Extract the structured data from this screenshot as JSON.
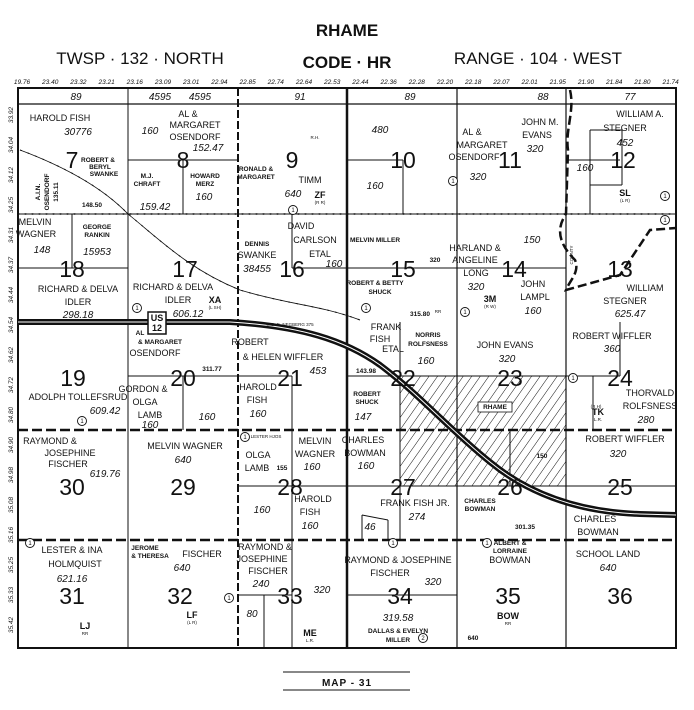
{
  "header": {
    "title": "RHAME",
    "township": "TWSP · 132 · NORTH",
    "code": "CODE · HR",
    "range": "RANGE · 104 · WEST"
  },
  "top_coords": [
    "19.76",
    "23.40",
    "23.32",
    "23.21",
    "23.16",
    "23.09",
    "23.01",
    "22.94",
    "22.85",
    "22.74",
    "22.64",
    "22.53",
    "22.44",
    "22.36",
    "22.28",
    "22.20",
    "22.18",
    "22.07",
    "22.01",
    "21.95",
    "21.90",
    "21.84",
    "21.80",
    "21.74"
  ],
  "left_coords": [
    "33.92",
    "34.04",
    "34.12",
    "34.25",
    "34.31",
    "34.37",
    "34.44",
    "34.54",
    "34.62",
    "34.72",
    "34.80",
    "34.90",
    "34.98",
    "35.08",
    "35.16",
    "35.25",
    "35.33",
    "35.42"
  ],
  "strip_acreage": [
    "89",
    "4595",
    "4595",
    "91",
    "89",
    "88",
    "77"
  ],
  "sections": {
    "7": {
      "num": "7",
      "labels": [
        "HAROLD FISH",
        "30776",
        "ROBERT &",
        "BERYL",
        "SWANKE",
        "148.50",
        "A.I.N.",
        "OSENDORF",
        "135.11"
      ]
    },
    "8": {
      "num": "8",
      "labels": [
        "160",
        "AL &",
        "MARGARET",
        "OSENDORF",
        "152.47",
        "M.J.",
        "CHRAFT",
        "HOWARD",
        "MERZ",
        "160",
        "159.42"
      ]
    },
    "9": {
      "num": "9",
      "labels": [
        "RONALD &",
        "MARGARET",
        "TIMM",
        "640"
      ]
    },
    "10": {
      "num": "10",
      "labels": [
        "480",
        "160"
      ]
    },
    "11": {
      "num": "11",
      "labels": [
        "AL &",
        "MARGARET",
        "OSENDORF",
        "320",
        "JOHN M.",
        "EVANS",
        "320"
      ]
    },
    "12": {
      "num": "12",
      "labels": [
        "WILLIAM A.",
        "STEGNER",
        "452",
        "160"
      ]
    },
    "13": {
      "num": "13",
      "labels": [
        "WILLIAM",
        "STEGNER",
        "625.47"
      ]
    },
    "14": {
      "num": "14",
      "labels": [
        "HARLAND &",
        "ANGELINE",
        "LONG",
        "320",
        "150",
        "JOHN",
        "LAMPL",
        "160",
        "COUNTY"
      ]
    },
    "15": {
      "num": "15",
      "labels": [
        "MELVIN   MILLER",
        "320",
        "ROBERT  &  BETTY",
        "SHUCK",
        "315.80"
      ]
    },
    "16": {
      "num": "16",
      "labels": [
        "DAVID",
        "CARLSON",
        "ETAL",
        "160",
        "DENNIS",
        "SWANKE",
        "38455"
      ]
    },
    "17": {
      "num": "17",
      "labels": [
        "RICHARD & DELVA",
        "IDLER",
        "606.12"
      ]
    },
    "18": {
      "num": "18",
      "labels": [
        "MELVIN",
        "WAGNER",
        "148",
        "GEORGE",
        "RANKIN",
        "15953",
        "RICHARD & DELVA",
        "IDLER",
        "298.18"
      ]
    },
    "19": {
      "num": "19",
      "labels": [
        "ADOLPH TOLLEFSRUD",
        "609.42"
      ]
    },
    "20": {
      "num": "20",
      "labels": [
        "AL",
        "& MARGARET",
        "OSENDORF",
        "311.77",
        "GORDON &",
        "OLGA",
        "LAMB",
        "160",
        "160"
      ]
    },
    "21": {
      "num": "21",
      "labels": [
        "ROBERT",
        "& HELEN WIFFLER",
        "453",
        "HAROLD",
        "FISH",
        "160"
      ]
    },
    "22": {
      "num": "22",
      "labels": [
        "FRANK",
        "FISH",
        "ETAL",
        "NORRIS",
        "ROLFSNESS",
        "160",
        "143.98",
        "ROBERT",
        "SHUCK",
        "147",
        "G.B.-E. NEGBERG 375"
      ]
    },
    "23": {
      "num": "23",
      "labels": [
        "JOHN EVANS",
        "320",
        "RHAME"
      ]
    },
    "24": {
      "num": "24",
      "labels": [
        "ROBERT WIFFLER",
        "360",
        "THORVALD",
        "ROLFSNESS",
        "280"
      ]
    },
    "25": {
      "num": "25",
      "labels": [
        "ROBERT WIFFLER",
        "320",
        "CHARLES",
        "BOWMAN"
      ]
    },
    "26": {
      "num": "26",
      "labels": [
        "150",
        "CHARLES",
        "BOWMAN",
        "301.35"
      ]
    },
    "27": {
      "num": "27",
      "labels": [
        "CHARLES",
        "BOWMAN",
        "160",
        "FRANK FISH JR.",
        "274",
        "46"
      ]
    },
    "28": {
      "num": "28",
      "labels": [
        "LESTER HJOS",
        "OLGA",
        "LAMB",
        "155",
        "MELVIN",
        "WAGNER",
        "160",
        "HAROLD",
        "FISH",
        "160",
        "160"
      ]
    },
    "29": {
      "num": "29",
      "labels": [
        "MELVIN WAGNER",
        "640"
      ]
    },
    "30": {
      "num": "30",
      "labels": [
        "RAYMOND &",
        "JOSEPHINE",
        "FISCHER",
        "619.76"
      ]
    },
    "31": {
      "num": "31",
      "labels": [
        "LESTER & INA",
        "HOLMQUIST",
        "621.16"
      ]
    },
    "32": {
      "num": "32",
      "labels": [
        "JEROME",
        "& THERESA",
        "FISCHER",
        "640"
      ]
    },
    "33": {
      "num": "33",
      "labels": [
        "RAYMOND &",
        "JOSEPHINE",
        "FISCHER",
        "240",
        "320",
        "80"
      ]
    },
    "34": {
      "num": "34",
      "labels": [
        "RAYMOND & JOSEPHINE",
        "FISCHER",
        "320",
        "319.58",
        "DALLAS  &  EVELYN",
        "MILLER"
      ]
    },
    "35": {
      "num": "35",
      "labels": [
        "ALBERT  &",
        "LORRAINE",
        "BOWMAN",
        "640"
      ]
    },
    "36": {
      "num": "36",
      "labels": [
        "SCHOOL LAND",
        "640"
      ]
    }
  },
  "map_codes": [
    {
      "code": "ZF",
      "sub": "(R R)"
    },
    {
      "code": "SL",
      "sub": "(L R)"
    },
    {
      "code": "XA",
      "sub": "(L SH)"
    },
    {
      "code": "3M",
      "sub": "(R W)"
    },
    {
      "code": "TK",
      "sub": "L.R."
    },
    {
      "code": "LF",
      "sub": "(L R)"
    },
    {
      "code": "ME",
      "sub": "L.R."
    },
    {
      "code": "LJ",
      "sub": "RR"
    },
    {
      "code": "BOW",
      "sub": "RR"
    },
    {
      "code": "",
      "sub": "R.H."
    },
    {
      "code": "",
      "sub": "(R H)"
    },
    {
      "code": "",
      "sub": "RR"
    }
  ],
  "highway": {
    "label_top": "US",
    "label_bottom": "12"
  },
  "markers": {
    "one": "1",
    "two": "2"
  },
  "footer": {
    "map_label": "MAP - 31"
  },
  "colors": {
    "ink": "#111111",
    "paper": "#ffffff"
  },
  "icons": {
    "school": "school-flag-icon",
    "church": "church-icon",
    "marker": "circled-number-icon"
  }
}
